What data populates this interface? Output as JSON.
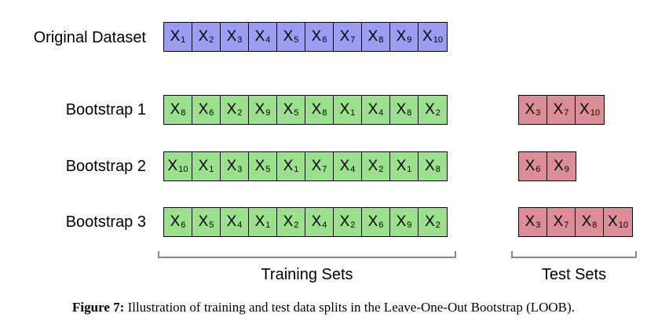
{
  "rows": {
    "original": {
      "label": "Original Dataset",
      "cells": [
        "1",
        "2",
        "3",
        "4",
        "5",
        "6",
        "7",
        "8",
        "9",
        "10"
      ]
    },
    "bootstrap1": {
      "label": "Bootstrap 1",
      "train": [
        "8",
        "6",
        "2",
        "9",
        "5",
        "8",
        "1",
        "4",
        "8",
        "2"
      ],
      "test": [
        "3",
        "7",
        "10"
      ]
    },
    "bootstrap2": {
      "label": "Bootstrap 2",
      "train": [
        "10",
        "1",
        "3",
        "5",
        "1",
        "7",
        "4",
        "2",
        "1",
        "8"
      ],
      "test": [
        "6",
        "9"
      ]
    },
    "bootstrap3": {
      "label": "Bootstrap 3",
      "train": [
        "6",
        "5",
        "4",
        "1",
        "2",
        "4",
        "2",
        "6",
        "9",
        "2"
      ],
      "test": [
        "3",
        "7",
        "8",
        "10"
      ]
    }
  },
  "cell_letter": "X",
  "groups": {
    "training_label": "Training Sets",
    "test_label": "Test Sets"
  },
  "caption": {
    "prefix": "Figure 7:",
    "text": " Illustration of training and test data splits in the Leave-One-Out Bootstrap (LOOB)."
  },
  "colors": {
    "original": "#9c9cf2",
    "training": "#9be08c",
    "test": "#dc8d98"
  }
}
